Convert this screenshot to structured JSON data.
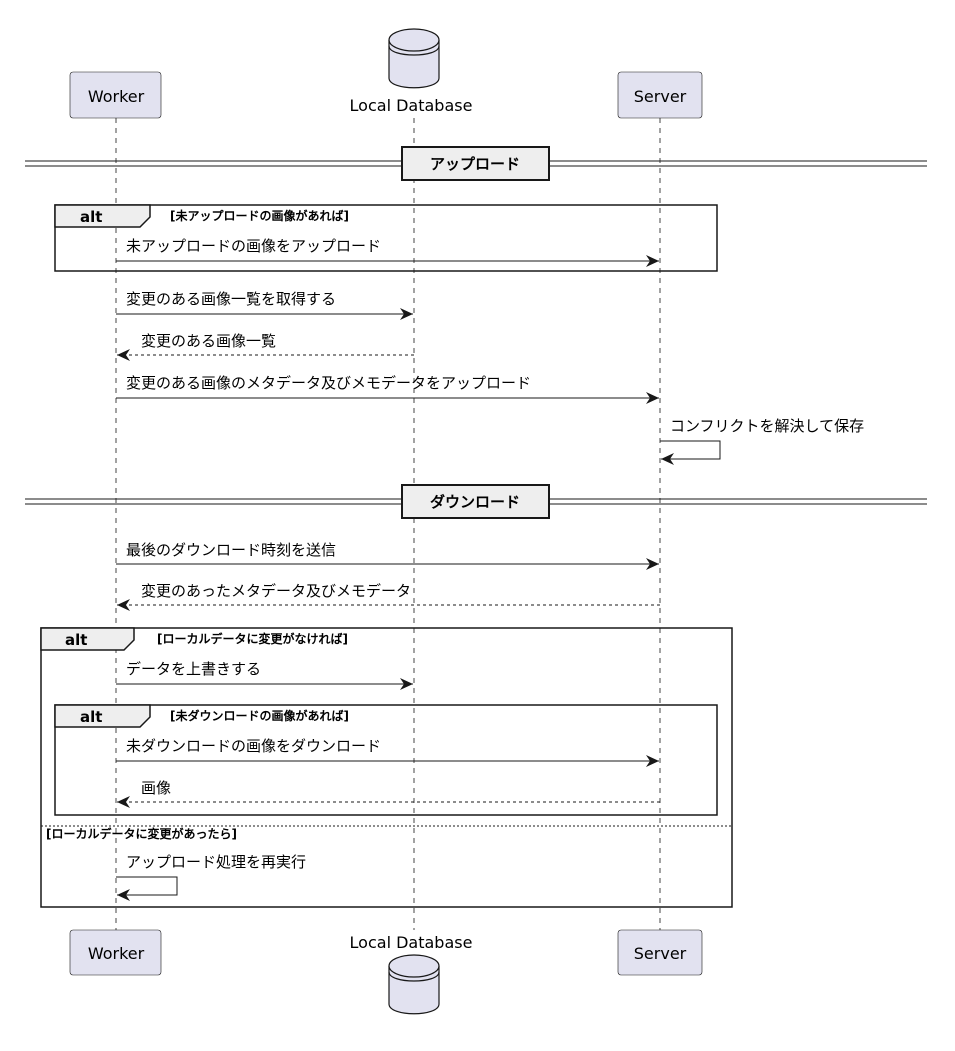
{
  "participants": {
    "worker": "Worker",
    "db": "Local Database",
    "server": "Server"
  },
  "dividers": {
    "upload": "アップロード",
    "download": "ダウンロード"
  },
  "fragments": {
    "alt1": {
      "keyword": "alt",
      "guard": "[未アップロードの画像があれば]"
    },
    "alt2": {
      "keyword": "alt",
      "guard": "[ローカルデータに変更がなければ]",
      "else_guard": "[ローカルデータに変更があったら]"
    },
    "alt3": {
      "keyword": "alt",
      "guard": "[未ダウンロードの画像があれば]"
    }
  },
  "messages": {
    "m1": "未アップロードの画像をアップロード",
    "m2": "変更のある画像一覧を取得する",
    "m3": "変更のある画像一覧",
    "m4": "変更のある画像のメタデータ及びメモデータをアップロード",
    "m5": "コンフリクトを解決して保存",
    "m6": "最後のダウンロード時刻を送信",
    "m7": "変更のあったメタデータ及びメモデータ",
    "m8": "データを上書きする",
    "m9": "未ダウンロードの画像をダウンロード",
    "m10": "画像",
    "m11": "アップロード処理を再実行"
  },
  "colors": {
    "participant_fill": "#E2E2F0",
    "participant_stroke": "#181818",
    "fragment_header_fill": "#EEEEEE",
    "line": "#181818"
  }
}
